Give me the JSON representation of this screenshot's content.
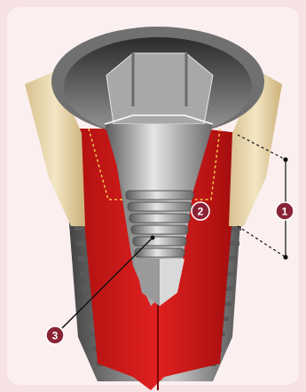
{
  "figure": {
    "callouts": [
      {
        "id": "1",
        "label": "1",
        "color": "#8a2236"
      },
      {
        "id": "2",
        "label": "2",
        "color": "#8a2236"
      },
      {
        "id": "3",
        "label": "3",
        "color": "#8a2236"
      }
    ],
    "colors": {
      "background": "#f6e2e2",
      "panel": "#fbeff0",
      "implant_cut": "#d41a1a",
      "abutment_cream": "#e8d4a6",
      "metal": "#8c8c8c"
    }
  }
}
